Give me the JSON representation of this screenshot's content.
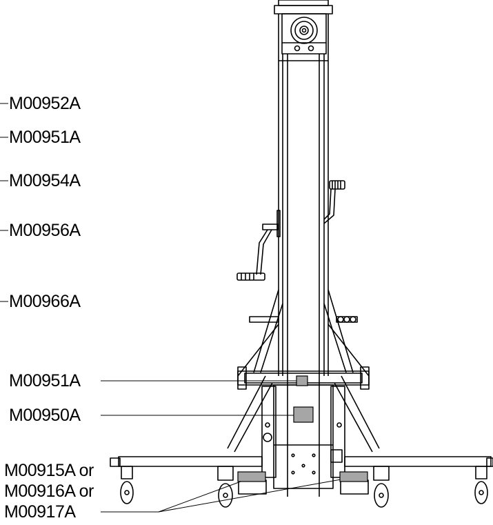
{
  "labels": {
    "m00952a": "M00952A",
    "m00951a_top": "M00951A",
    "m00954a": "M00954A",
    "m00956a": "M00956A",
    "m00966a": "M00966A",
    "m00951a_bottom": "M00951A",
    "m00950a": "M00950A",
    "m00915a": "M00915A or",
    "m00916a": "M00916A or",
    "m00917a": "M00917A"
  },
  "colors": {
    "line": "#000000",
    "decal": "#a6a6a6",
    "background": "#ffffff"
  }
}
